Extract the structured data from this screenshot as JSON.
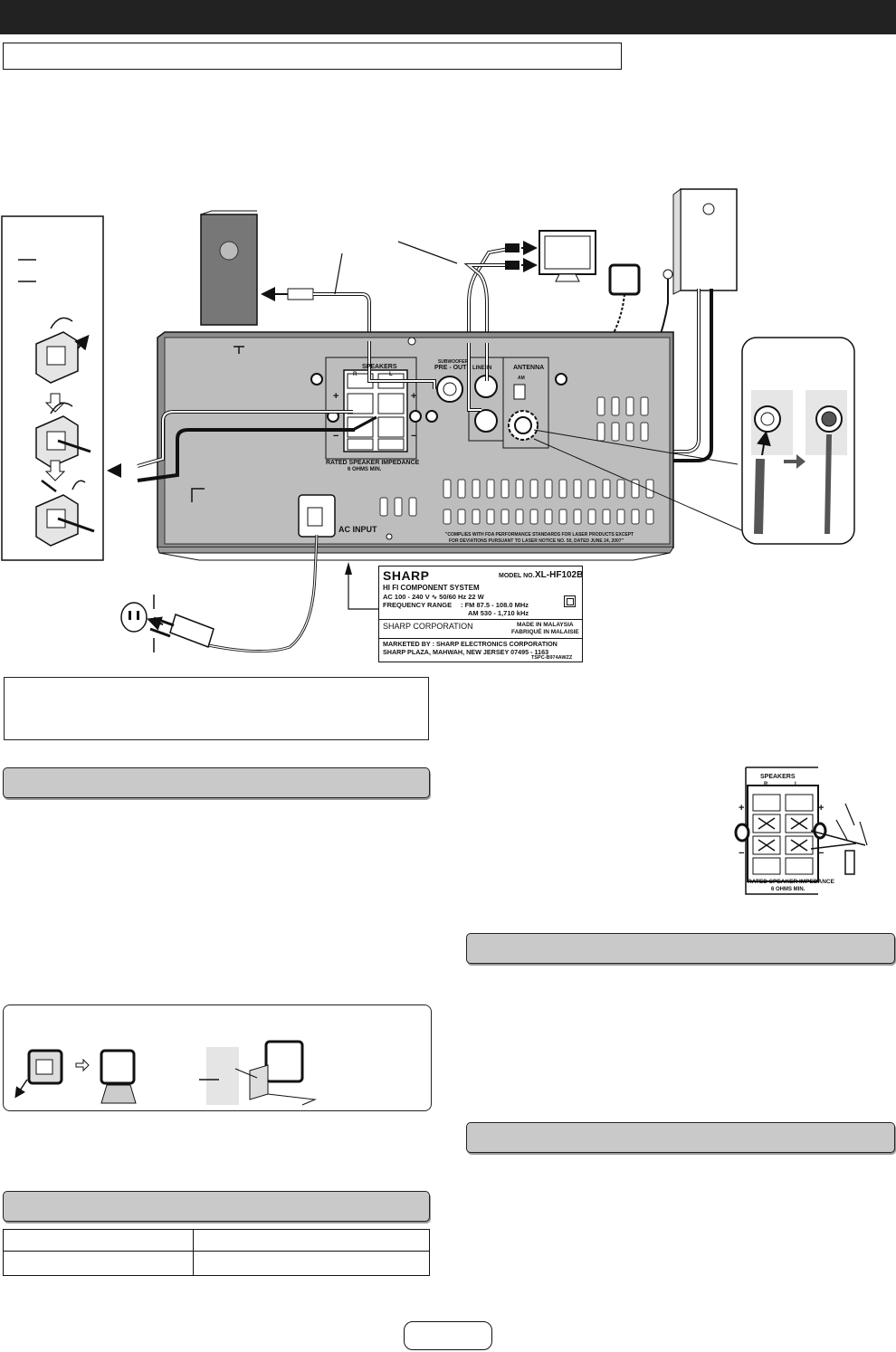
{
  "label_plate": {
    "brand": "SHARP",
    "model_label": "MODEL NO.",
    "model": "XL-HF102B",
    "system": "HI FI COMPONENT SYSTEM",
    "power": "AC 100 - 240 V ∿ 50/60 Hz    22 W",
    "freq_label": "FREQUENCY RANGE",
    "freq_fm": ": FM 87.5 - 108.0 MHz",
    "freq_am": "AM 530 - 1,710  kHz",
    "corp": "SHARP CORPORATION",
    "made_in": "MADE IN MALAYSIA",
    "fabrique": "FABRIQUÉ IN MALAISIE",
    "marketed": "MARKETED BY : SHARP ELECTRONICS CORPORATION",
    "address": "SHARP PLAZA, MAHWAH, NEW JERSEY 07495 - 1163",
    "code": "TSPC-B974AWZZ"
  },
  "unit_panel": {
    "speakers": "SPEAKERS",
    "r": "R",
    "l": "L",
    "subwoofer": "SUBWOOFER",
    "pre_out": "PRE - OUT",
    "line_in": "LINE IN",
    "antenna": "ANTENNA",
    "am": "AM",
    "impedance": "RATED SPEAKER IMPEDANCE",
    "ohms": "6 OHMS MIN.",
    "ac_input": "AC INPUT",
    "fda_1": "\"COMPLIES WITH FDA PERFORMANCE STANDARDS FOR LASER PRODUCTS EXCEPT",
    "fda_2": "FOR DEVIATIONS PURSUANT TO LASER NOTICE NO. 50, DATED JUNE 24, 2007\""
  },
  "small_panel": {
    "speakers": "SPEAKERS",
    "r": "R",
    "l": "L",
    "impedance": "RATED SPEAKER IMPEDANCE",
    "ohms": "6 OHMS MIN."
  },
  "symbols": {
    "plus": "+",
    "minus": "−"
  }
}
